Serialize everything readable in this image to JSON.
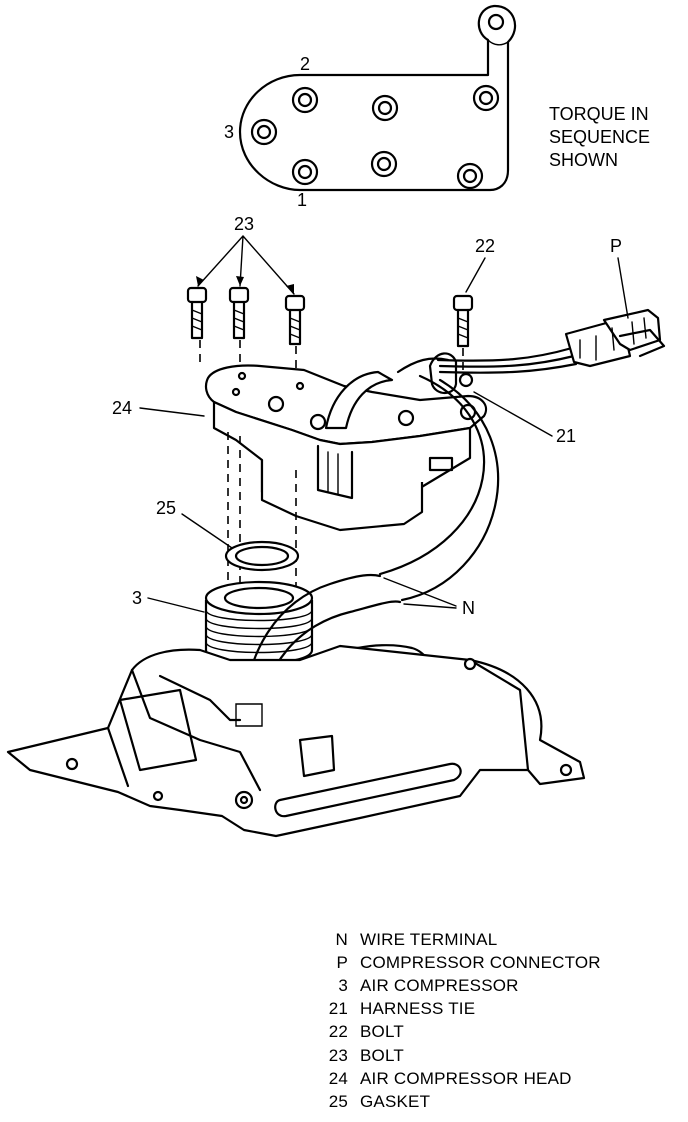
{
  "torque_note": {
    "line1": "TORQUE IN",
    "line2": "SEQUENCE",
    "line3": "SHOWN"
  },
  "sequence_labels": {
    "first": "1",
    "second": "2",
    "third": "3"
  },
  "callouts": {
    "bolts_23": "23",
    "bolt_22": "22",
    "connector_p": "P",
    "head_24": "24",
    "harness_tie_21": "21",
    "gasket_25": "25",
    "compressor_3": "3",
    "wire_terminal_n": "N"
  },
  "legend": [
    {
      "code": "N",
      "desc": "WIRE TERMINAL"
    },
    {
      "code": "P",
      "desc": "COMPRESSOR CONNECTOR"
    },
    {
      "code": "3",
      "desc": "AIR COMPRESSOR"
    },
    {
      "code": "21",
      "desc": "HARNESS TIE"
    },
    {
      "code": "22",
      "desc": "BOLT"
    },
    {
      "code": "23",
      "desc": "BOLT"
    },
    {
      "code": "24",
      "desc": "AIR COMPRESSOR HEAD"
    },
    {
      "code": "25",
      "desc": "GASKET"
    }
  ]
}
